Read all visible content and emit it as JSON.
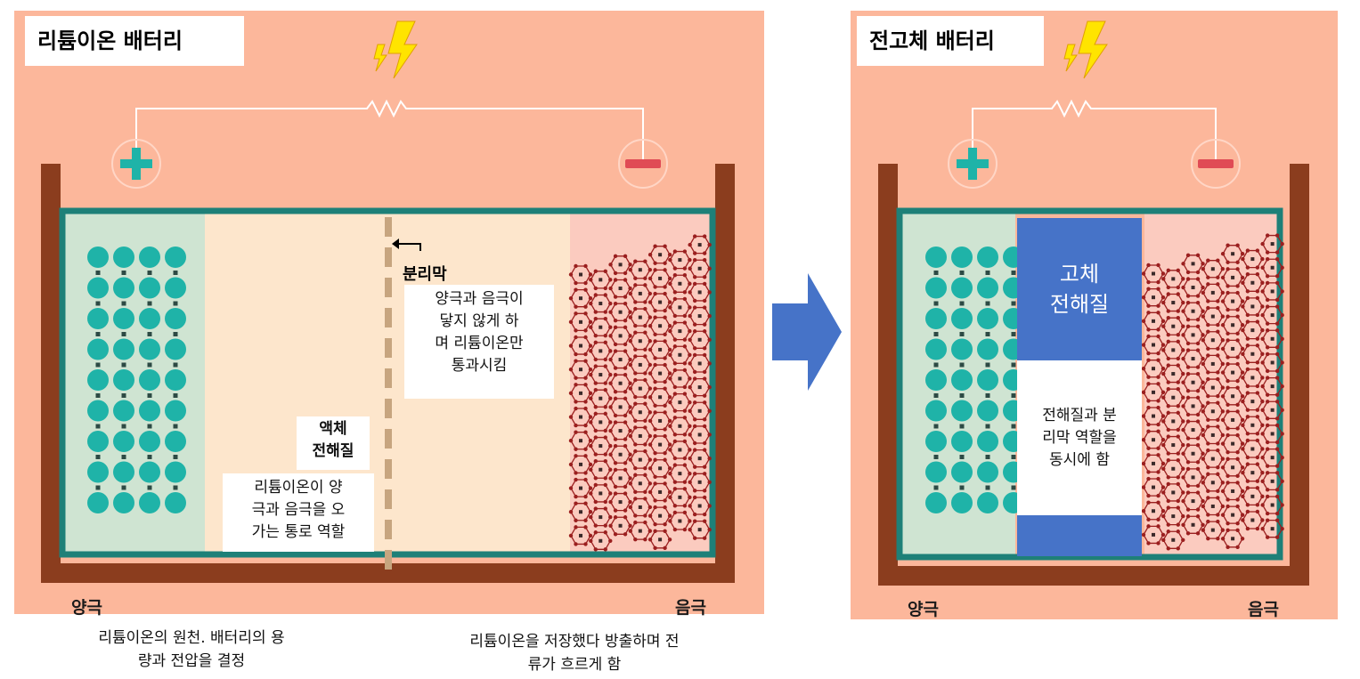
{
  "left": {
    "title": "리튬이온 배터리",
    "separator_label": "분리막",
    "separator_desc": [
      "양극과 음극이",
      "닿지 않게 하",
      "며 리튬이온만",
      "통과시킴"
    ],
    "electrolyte_label": [
      "액체",
      "전해질"
    ],
    "electrolyte_desc": [
      "리튬이온이 양",
      "극과 음극을 오",
      "가는 통로 역할"
    ],
    "anode_label": "양극",
    "cathode_label": "음극",
    "anode_caption": [
      "리튬이온의 원천. 배터리의 용",
      "량과 전압을 결정"
    ],
    "cathode_caption": [
      "리튬이온을 저장했다 방출하며 전",
      "류가 흐르게 함"
    ]
  },
  "right": {
    "title": "전고체 배터리",
    "solid_label": [
      "고체",
      "전해질"
    ],
    "solid_desc": [
      "전해질과 분",
      "리막 역할을",
      "동시에 함"
    ],
    "anode_label": "양극",
    "cathode_label": "음극"
  },
  "colors": {
    "background": "#fcb79b",
    "container": "#8b3d1e",
    "frame": "#1e8078",
    "ion": "#1fb3a8",
    "cathode_net": "#9b1f1f",
    "solid_electrolyte": "#4673c8",
    "arrow": "#4673c8"
  },
  "icons": [
    "lightning-icon",
    "resistor-icon",
    "plus-icon",
    "minus-icon",
    "arrow-right-icon"
  ]
}
